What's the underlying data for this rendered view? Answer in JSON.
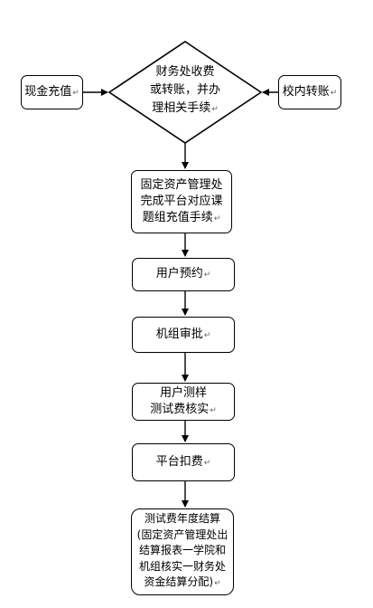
{
  "nodes": {
    "cash": {
      "lines": [
        "现金充值"
      ],
      "mark": "↵"
    },
    "decision": {
      "lines": [
        "财务处收费",
        "或转账，并办",
        "理相关手续"
      ],
      "mark": "↵"
    },
    "transfer": {
      "lines": [
        "校内转账"
      ],
      "mark": "↵"
    },
    "assets": {
      "lines": [
        "固定资产管理处",
        "完成平台对应课",
        "题组充值手续"
      ],
      "mark": "↵"
    },
    "reserve": {
      "lines": [
        "用户预约"
      ],
      "mark": "↵"
    },
    "approve": {
      "lines": [
        "机组审批"
      ],
      "mark": "↵"
    },
    "test": {
      "lines": [
        "用户测样",
        "测试费核实"
      ],
      "mark": "↵"
    },
    "deduct": {
      "lines": [
        "平台扣费"
      ],
      "mark": "↵"
    },
    "settle": {
      "lines": [
        "测试费年度结算",
        "(固定资产管理处出",
        "结算报表一学院和",
        "机组核实一财务处",
        "资金结算分配)"
      ],
      "mark": "↵"
    }
  }
}
